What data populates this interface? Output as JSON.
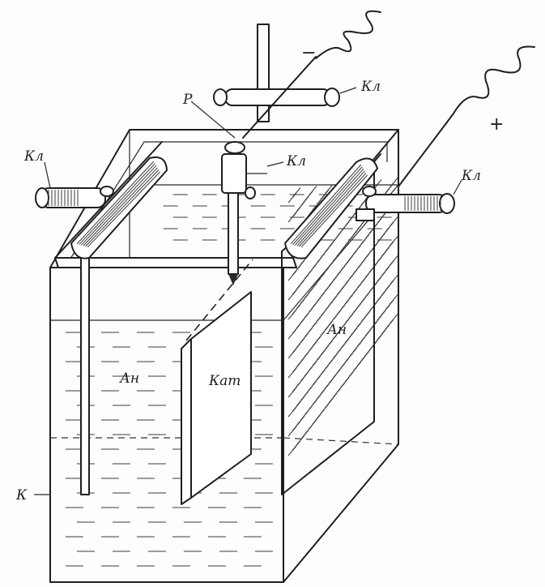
{
  "labels": {
    "minus": "−",
    "plus": "+",
    "clamp_top": "Кл",
    "clamp_center": "Кл",
    "clamp_left": "Кл",
    "clamp_right": "Кл",
    "rod_label": "Р",
    "anode_front": "Ан",
    "anode_right": "Ан",
    "cathode": "Кат",
    "vessel": "К"
  },
  "colors": {
    "ink": "#1f1f1f",
    "paper": "#fdfdfb"
  }
}
